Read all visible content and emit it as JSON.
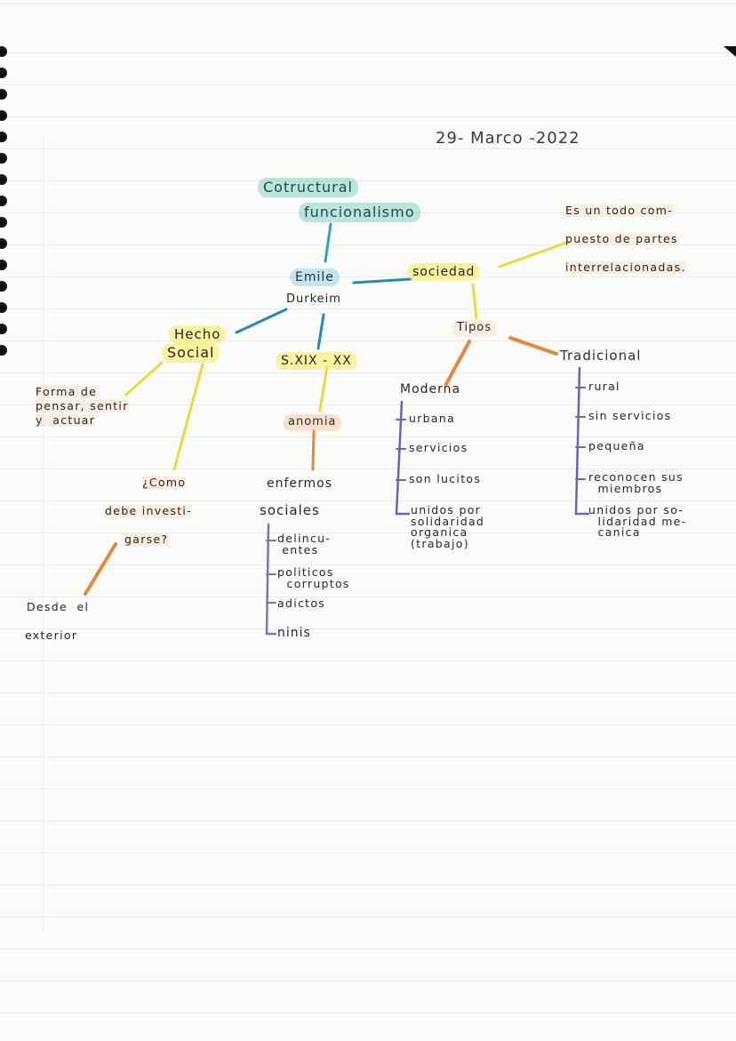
{
  "page": {
    "date": "29- Marco -2022",
    "colors": {
      "teal": "#3fbfa9",
      "blue": "#1e8fb0",
      "yellow": "#f0e54a",
      "orange": "#e8873a",
      "purple": "#6a64b5",
      "paper": "#fbfbfa",
      "ink": "#2b2622"
    }
  },
  "map": {
    "root": {
      "line1": "Cotructural",
      "line2": "funcionalismo"
    },
    "author": {
      "line1": "Emile",
      "line2": "Durkeim"
    },
    "sociedad": {
      "label": "sociedad",
      "definition": [
        "Es un todo com-",
        "puesto de partes",
        "interrelacionadas."
      ],
      "tipos": {
        "label": "Tipos",
        "moderna": {
          "label": "Moderna",
          "items": [
            "urbana",
            "servicios",
            "son lucitos",
            "unidos por\nsolidaridad\norganica\n(trabajo)"
          ]
        },
        "tradicional": {
          "label": "Tradicional",
          "items": [
            "rural",
            "sin servicios",
            "pequeña",
            "reconocen sus\n  miembros",
            "unidos por so-\n  lidaridad me-\n  canica"
          ]
        }
      }
    },
    "hecho_social": {
      "label": {
        "line1": "Hecho",
        "line2": "Social"
      },
      "definition": [
        "Forma de",
        "pensar, sentir",
        "y  actuar"
      ],
      "question": [
        "¿Como",
        "debe investi-",
        "garse?"
      ],
      "answer": [
        "Desde  el",
        "exterior"
      ]
    },
    "siglo": {
      "label": "S.XIX - XX",
      "anomia": "anomia",
      "enfermos": [
        "enfermos",
        "sociales"
      ],
      "items": [
        "delincu-\n entes",
        "politicos\n  corruptos",
        "adictos",
        "ninis"
      ]
    }
  }
}
